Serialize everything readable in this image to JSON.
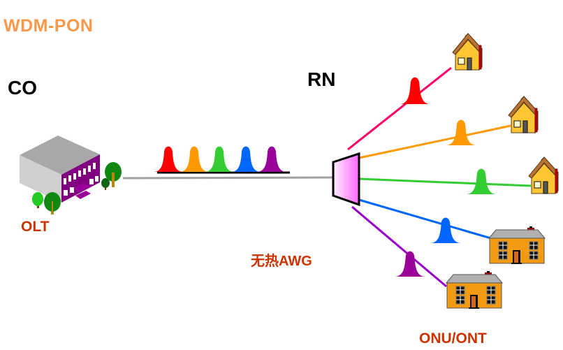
{
  "title": "WDM-PON",
  "labels": {
    "co": "CO",
    "rn": "RN",
    "olt": "OLT",
    "awg": "无热AWG",
    "onu": "ONU/ONT"
  },
  "colors": {
    "title": "#f7994a",
    "device_label": "#cc3300",
    "feeder_fiber": "#a0a0a0",
    "awg_fill_start": "#ffeefe",
    "awg_fill_end": "#ff66ff",
    "olt_building_accent": "#800080"
  },
  "wavelengths": [
    {
      "name": "lambda-1",
      "color": "#ff0000",
      "branch_color": "#ff0066",
      "subscriber": "house-1"
    },
    {
      "name": "lambda-2",
      "color": "#ff9900",
      "branch_color": "#ff9900",
      "subscriber": "house-2"
    },
    {
      "name": "lambda-3",
      "color": "#33cc33",
      "branch_color": "#33cc33",
      "subscriber": "house-3"
    },
    {
      "name": "lambda-4",
      "color": "#0066ff",
      "branch_color": "#0066ff",
      "subscriber": "house-4"
    },
    {
      "name": "lambda-5",
      "color": "#990099",
      "branch_color": "#9900cc",
      "subscriber": "house-5"
    }
  ]
}
